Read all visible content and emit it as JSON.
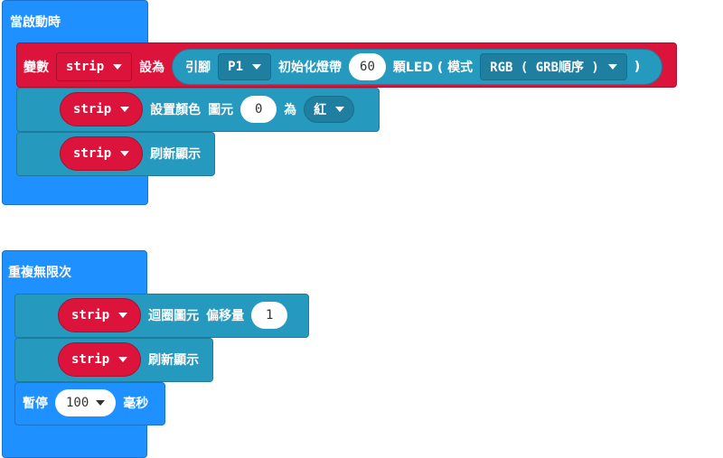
{
  "on_start": {
    "title": "當啟動時",
    "set_var": {
      "label": "變數",
      "var": "strip",
      "set_to": "設為",
      "pin_label": "引腳",
      "pin": "P1",
      "init_label": "初始化燈帶",
      "count": "60",
      "led_label": "顆LED ( 模式",
      "mode": "RGB ( GRB順序 )",
      "close": ")"
    },
    "set_pixel": {
      "var": "strip",
      "label": "設置顏色",
      "pixel_label": "圖元",
      "index": "0",
      "to": "為",
      "color": "紅"
    },
    "show": {
      "var": "strip",
      "label": "刷新顯示"
    }
  },
  "forever": {
    "title": "重複無限次",
    "rotate": {
      "var": "strip",
      "label": "迴圈圖元",
      "offset_label": "偏移量",
      "offset": "1"
    },
    "show": {
      "var": "strip",
      "label": "刷新顯示"
    },
    "pause": {
      "label": "暫停",
      "value": "100",
      "unit": "毫秒"
    }
  },
  "colors": {
    "basic": "#1e90ff",
    "variable": "#dc143c",
    "neopixel": "#2699bf"
  }
}
